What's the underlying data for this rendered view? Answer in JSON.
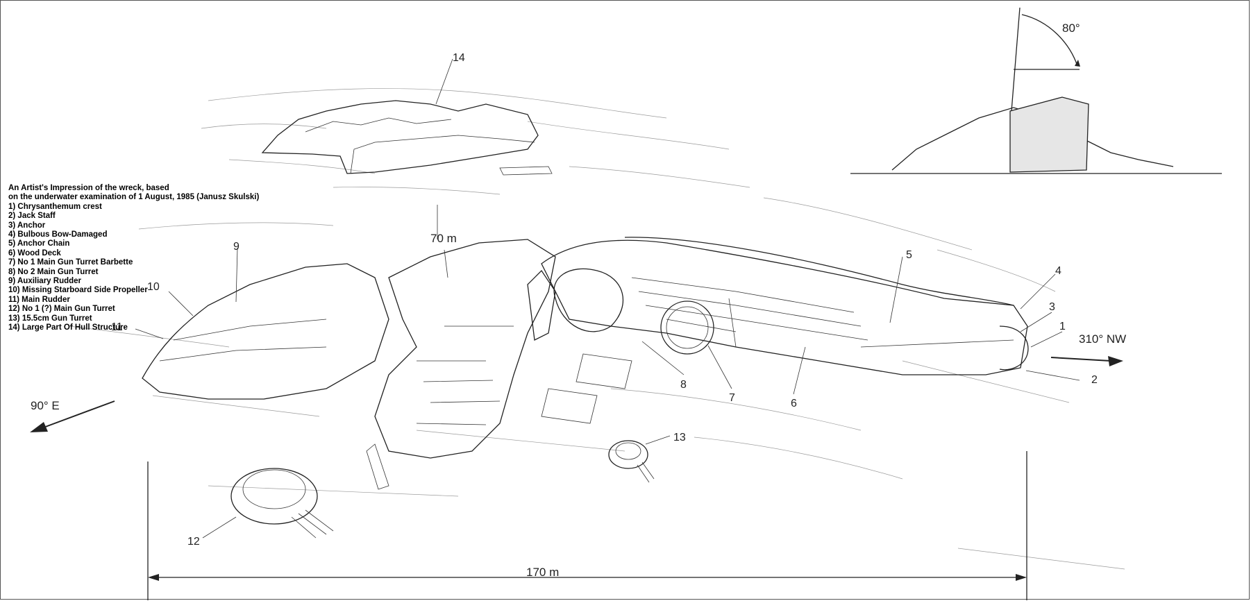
{
  "legend": {
    "heading_line1": "An Artist's Impression of the wreck, based",
    "heading_line2": "on the underwater examination of 1  August, 1985 (Janusz Skulski)",
    "items": [
      "1) Chrysanthemum crest",
      "2) Jack Staff",
      "3) Anchor",
      "4) Bulbous Bow-Damaged",
      "5) Anchor Chain",
      "6) Wood Deck",
      "7) No 1 Main Gun Turret Barbette",
      "8) No 2 Main Gun Turret",
      "9) Auxiliary Rudder",
      "10) Missing Starboard Side Propeller",
      "11) Main Rudder",
      "12) No 1 (?) Main Gun Turret",
      "13) 15.5cm Gun Turret",
      "14) Large Part Of Hull Structure"
    ]
  },
  "callouts": {
    "n1": "1",
    "n2": "2",
    "n3": "3",
    "n4": "4",
    "n5": "5",
    "n6": "6",
    "n7": "7",
    "n8": "8",
    "n9": "9",
    "n10": "10",
    "n11": "11",
    "n12": "12",
    "n13": "13",
    "n14": "14"
  },
  "dimensions": {
    "distance_gap": "70 m",
    "wreck_length": "170 m",
    "angle": "80°"
  },
  "directions": {
    "bow_heading": "310° NW",
    "stern_heading": "90° E"
  }
}
